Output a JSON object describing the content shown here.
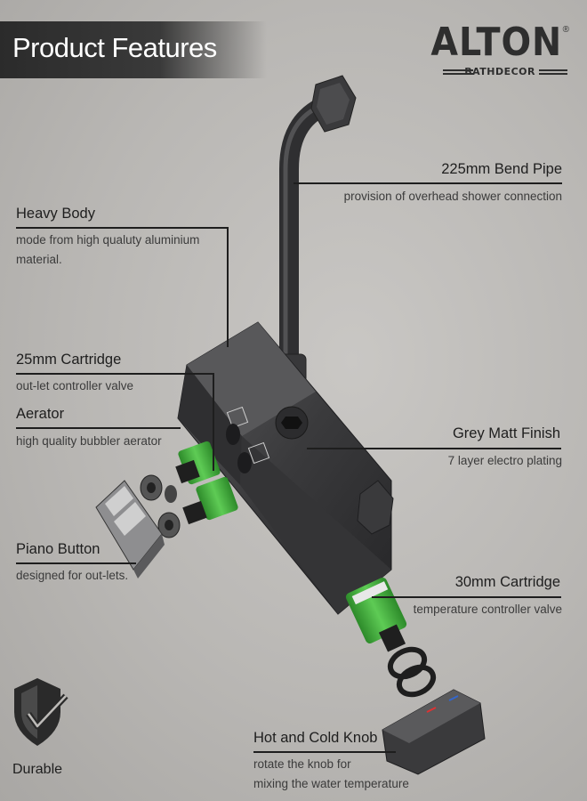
{
  "header": {
    "title": "Product Features"
  },
  "brand": {
    "name": "ALTON",
    "registered": "®",
    "subtitle": "BATHDECOR"
  },
  "features": {
    "bend_pipe": {
      "title": "225mm Bend Pipe",
      "desc": "provision of overhead shower connection"
    },
    "heavy_body": {
      "title": "Heavy Body",
      "desc": "mode from high qualuty aluminium material."
    },
    "cartridge_25": {
      "title": "25mm Cartridge",
      "desc": "out-let controller valve"
    },
    "aerator": {
      "title": "Aerator",
      "desc": "high quality bubbler aerator"
    },
    "grey_finish": {
      "title": "Grey Matt Finish",
      "desc": "7 layer electro plating"
    },
    "piano_button": {
      "title": "Piano Button",
      "desc": "designed for out-lets."
    },
    "cartridge_30": {
      "title": "30mm Cartridge",
      "desc": "temperature controller valve"
    },
    "knob": {
      "title": "Hot and Cold Knob",
      "desc_line1": "rotate the knob for",
      "desc_line2": "mixing the water temperature"
    }
  },
  "badge": {
    "label": "Durable",
    "icon": "shield-check-icon"
  },
  "colors": {
    "body": "#3c3c3e",
    "cartridge_green": "#3fae3a",
    "banner": "#2b2b2b"
  }
}
